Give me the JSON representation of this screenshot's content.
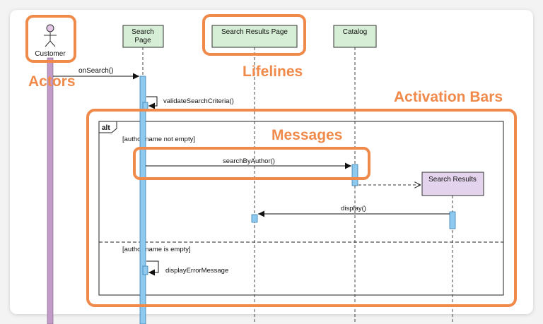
{
  "actor": {
    "name": "Customer"
  },
  "lifelines": {
    "search_page": [
      "Search",
      "Page"
    ],
    "search_results_page": "Search Results Page",
    "catalog": "Catalog",
    "search_results": "Search Results"
  },
  "messages": {
    "on_search": "onSearch()",
    "validate": "validateSearchCriteria()",
    "search_by_author": "searchByAuthor()",
    "display": "display()",
    "display_error": "displayErrorMessage"
  },
  "fragment": {
    "operator": "alt",
    "guard_1": "[author name not empty]",
    "guard_2": "[author name is empty]"
  },
  "annotations": {
    "actors": "Actors",
    "lifelines": "Lifelines",
    "activation_bars": "Activation Bars",
    "messages": "Messages"
  },
  "colors": {
    "lifeline_box": "#d5eed5",
    "search_results_box": "#e3d3ec",
    "activation_bar": "#8ec9ef",
    "actor_bar": "#c39bc9",
    "highlight": "#f08a4b"
  }
}
